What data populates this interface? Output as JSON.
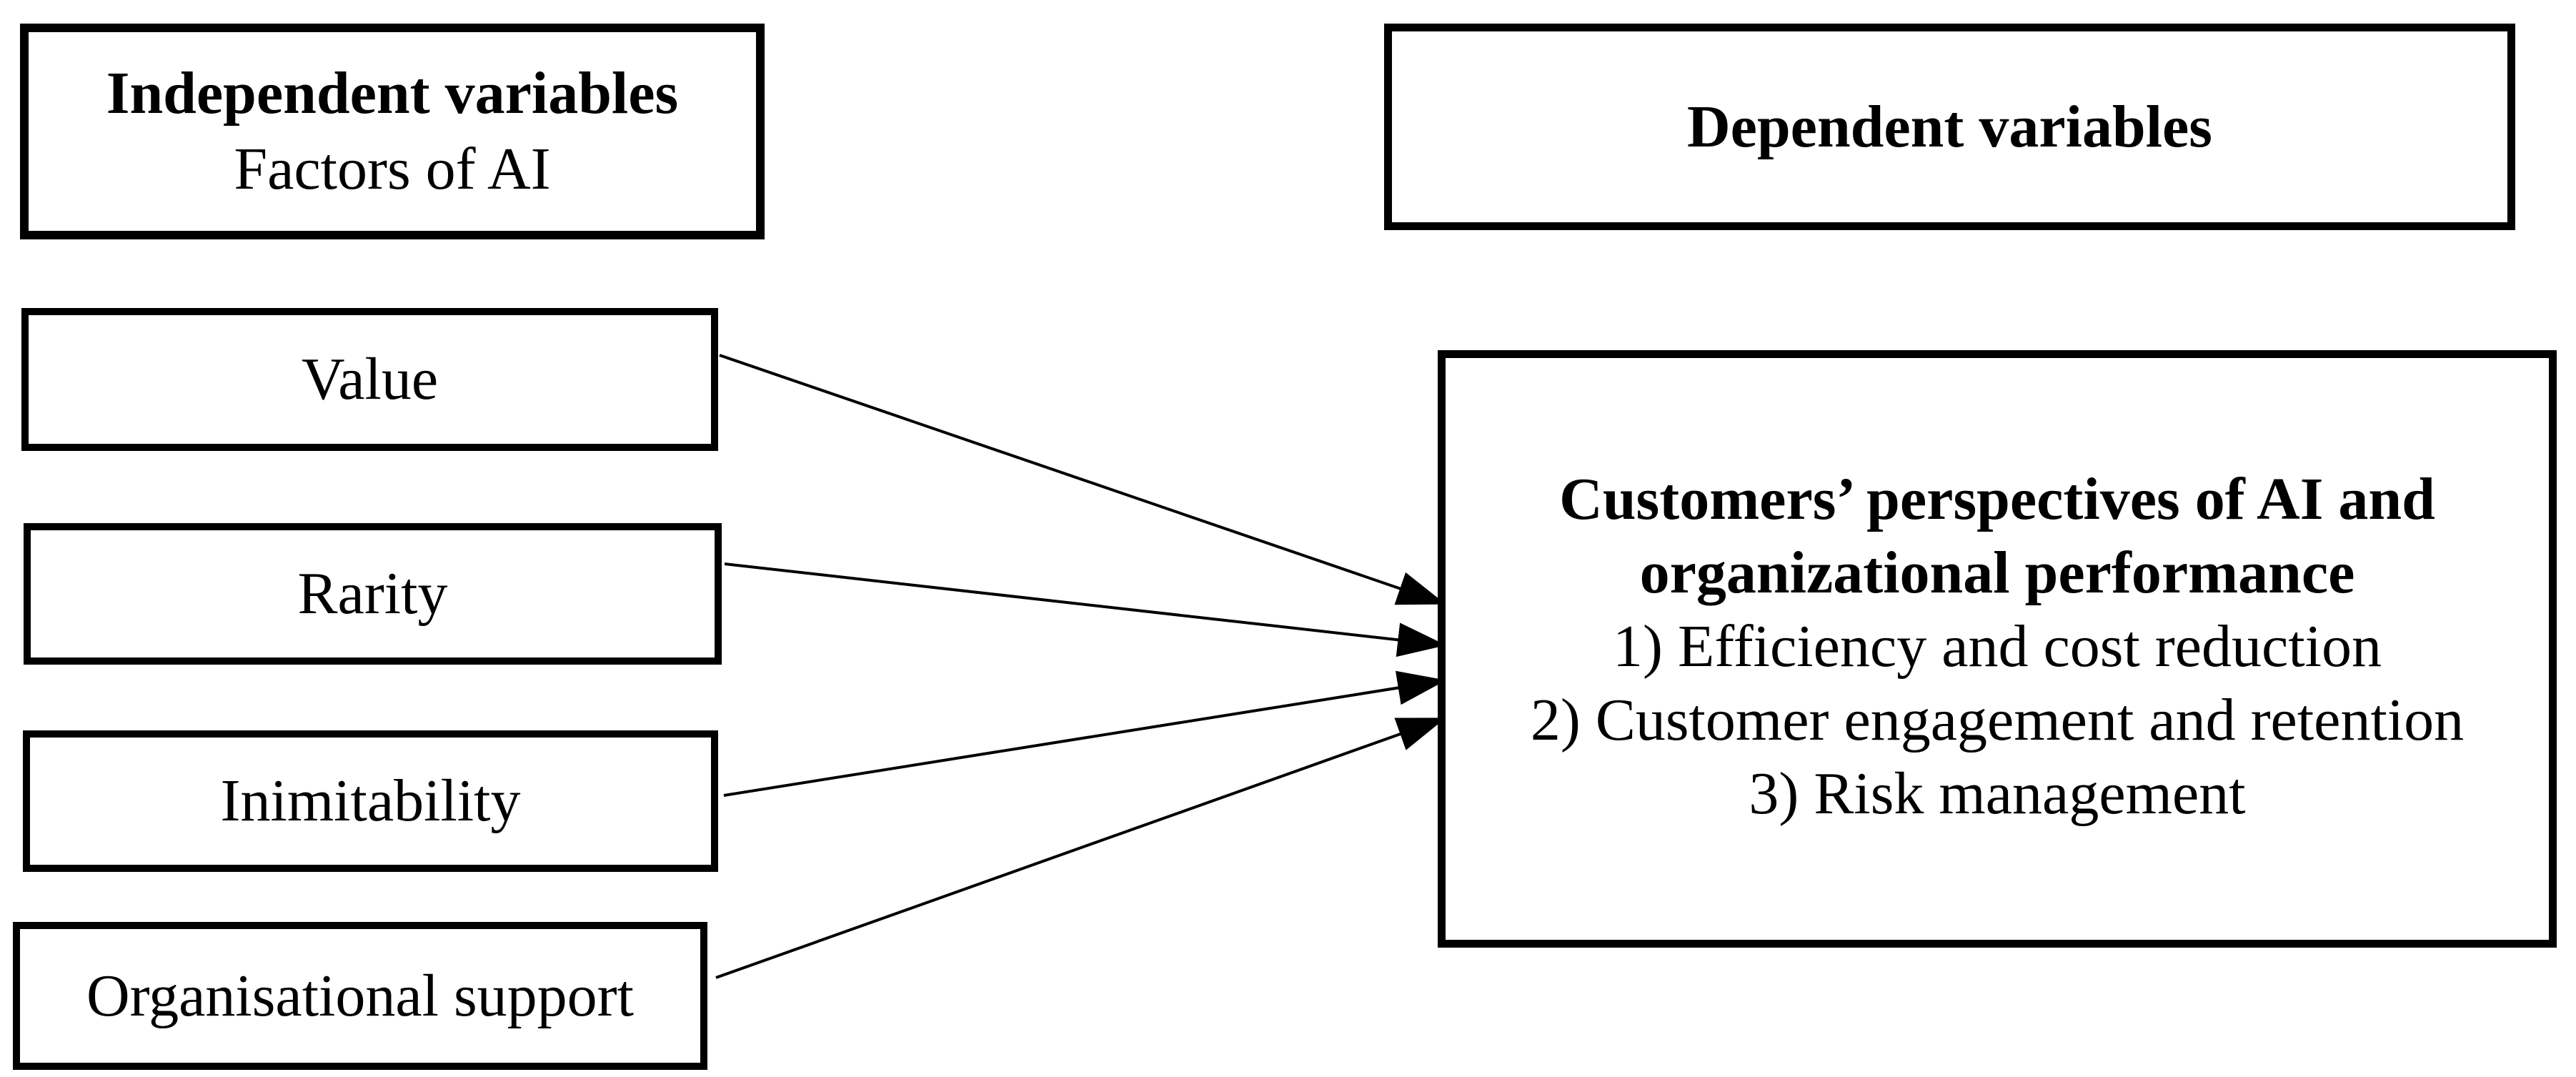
{
  "page": {
    "background_color": "#ffffff",
    "ink_color": "#000000"
  },
  "left_panel": {
    "header": {
      "title": "Independent variables",
      "subtitle": "Factors of AI"
    },
    "factors": [
      {
        "label": "Value"
      },
      {
        "label": "Rarity"
      },
      {
        "label": "Inimitability"
      },
      {
        "label": "Organisational support"
      }
    ]
  },
  "right_panel": {
    "header": {
      "title": "Dependent variables"
    },
    "outcome_box": {
      "heading_line1": "Customers’ perspectives of AI and",
      "heading_line2": "organizational performance",
      "items": [
        {
          "label": "1) Efficiency and cost reduction"
        },
        {
          "label": "2) Customer engagement and retention"
        },
        {
          "label": "3) Risk management"
        }
      ]
    }
  },
  "arrows": [
    {
      "from": "Value",
      "to": "Customers’ perspectives of AI and organizational performance"
    },
    {
      "from": "Rarity",
      "to": "Customers’ perspectives of AI and organizational performance"
    },
    {
      "from": "Inimitability",
      "to": "Customers’ perspectives of AI and organizational performance"
    },
    {
      "from": "Organisational support",
      "to": "Customers’ perspectives of AI and organizational performance"
    }
  ]
}
